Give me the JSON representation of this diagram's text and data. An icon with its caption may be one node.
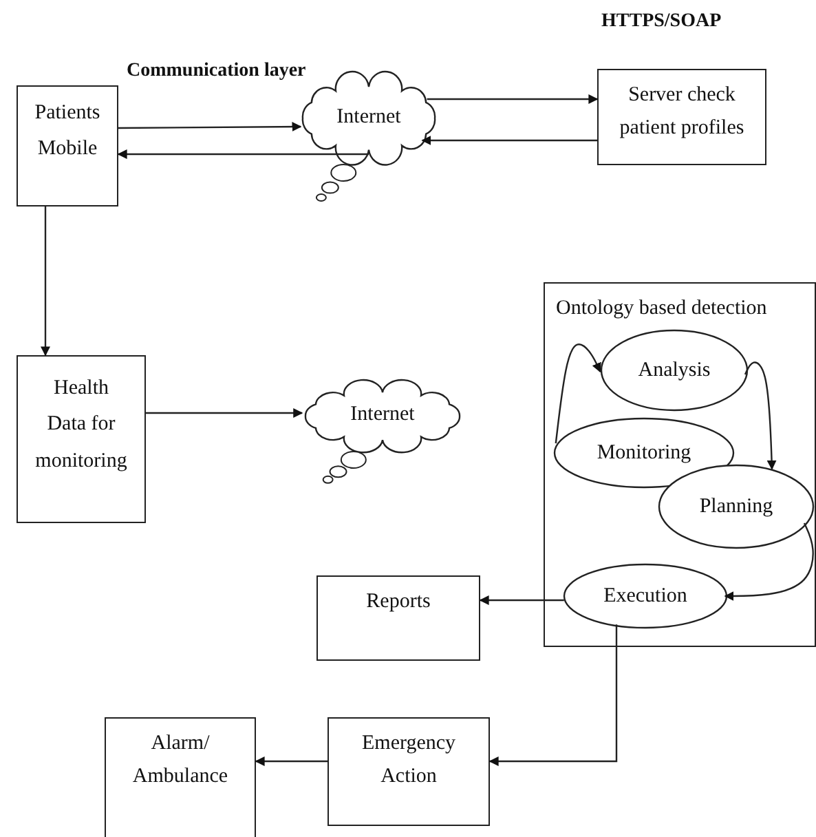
{
  "diagram": {
    "nodes": [
      {
        "text": [
          "Patients Mobile"
        ]
      },
      {
        "text": [
          "Internet"
        ]
      },
      {
        "text": [
          "Server check patient profiles"
        ]
      },
      {
        "text": [
          "Health Data for monitoring"
        ]
      },
      {
        "text": [
          "Internet"
        ]
      },
      {
        "text": [
          "Ontology based detection"
        ]
      },
      {
        "text": [
          "Analysis"
        ],
        "in": 5
      },
      {
        "text": [
          "Monitoring"
        ],
        "in": 5
      },
      {
        "text": [
          "Planning"
        ],
        "in": 5
      },
      {
        "text": [
          "Execution"
        ],
        "in": 5
      },
      {
        "text": [
          "Reports"
        ]
      },
      {
        "text": [
          "Emergency Action"
        ]
      },
      {
        "text": [
          "Alarm/ Ambulance"
        ]
      }
    ],
    "edges": [
      {
        "from": 0,
        "to": 1,
        "arrow": "to"
      },
      {
        "from": 1,
        "to": 0,
        "arrow": "to"
      },
      {
        "from": 1,
        "to": 2,
        "arrow": "to"
      },
      {
        "from": 2,
        "to": 1,
        "arrow": "to"
      },
      {
        "from": 0,
        "to": 3,
        "arrow": "to"
      },
      {
        "from": 3,
        "to": 4,
        "arrow": "to"
      },
      {
        "from": 7,
        "to": 6,
        "arrow": "to"
      },
      {
        "from": 6,
        "to": 8,
        "arrow": "to"
      },
      {
        "from": 8,
        "to": 9,
        "arrow": "to"
      },
      {
        "from": 9,
        "to": 10,
        "arrow": "to"
      },
      {
        "from": 9,
        "to": 11,
        "arrow": "to"
      },
      {
        "from": 11,
        "to": 12,
        "arrow": "to"
      }
    ],
    "labels": [
      "HTTPS/SOAP",
      "Communication layer"
    ]
  }
}
